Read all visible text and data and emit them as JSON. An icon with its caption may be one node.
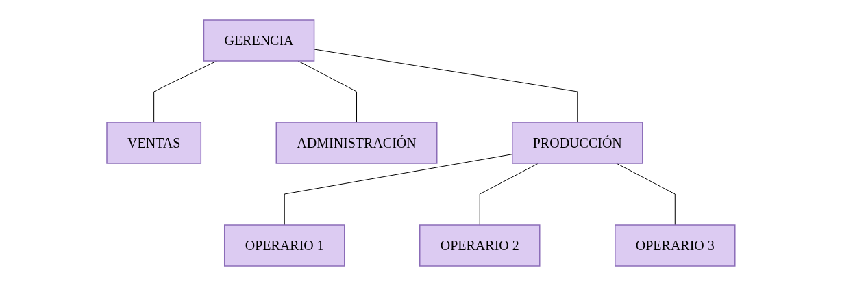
{
  "diagram": {
    "nodes": [
      {
        "text": [
          "GERENCIA"
        ]
      },
      {
        "text": [
          "VENTAS"
        ]
      },
      {
        "text": [
          "ADMINISTRACIÓN"
        ]
      },
      {
        "text": [
          "PRODUCCIÓN"
        ]
      },
      {
        "text": [
          "OPERARIO 1"
        ]
      },
      {
        "text": [
          "OPERARIO 2"
        ]
      },
      {
        "text": [
          "OPERARIO 3"
        ]
      }
    ],
    "edges": [
      {
        "from": 0,
        "to": 1,
        "arrow": "none"
      },
      {
        "from": 0,
        "to": 2,
        "arrow": "none"
      },
      {
        "from": 0,
        "to": 3,
        "arrow": "none"
      },
      {
        "from": 3,
        "to": 4,
        "arrow": "none"
      },
      {
        "from": 3,
        "to": 5,
        "arrow": "none"
      },
      {
        "from": 3,
        "to": 6,
        "arrow": "none"
      }
    ]
  }
}
